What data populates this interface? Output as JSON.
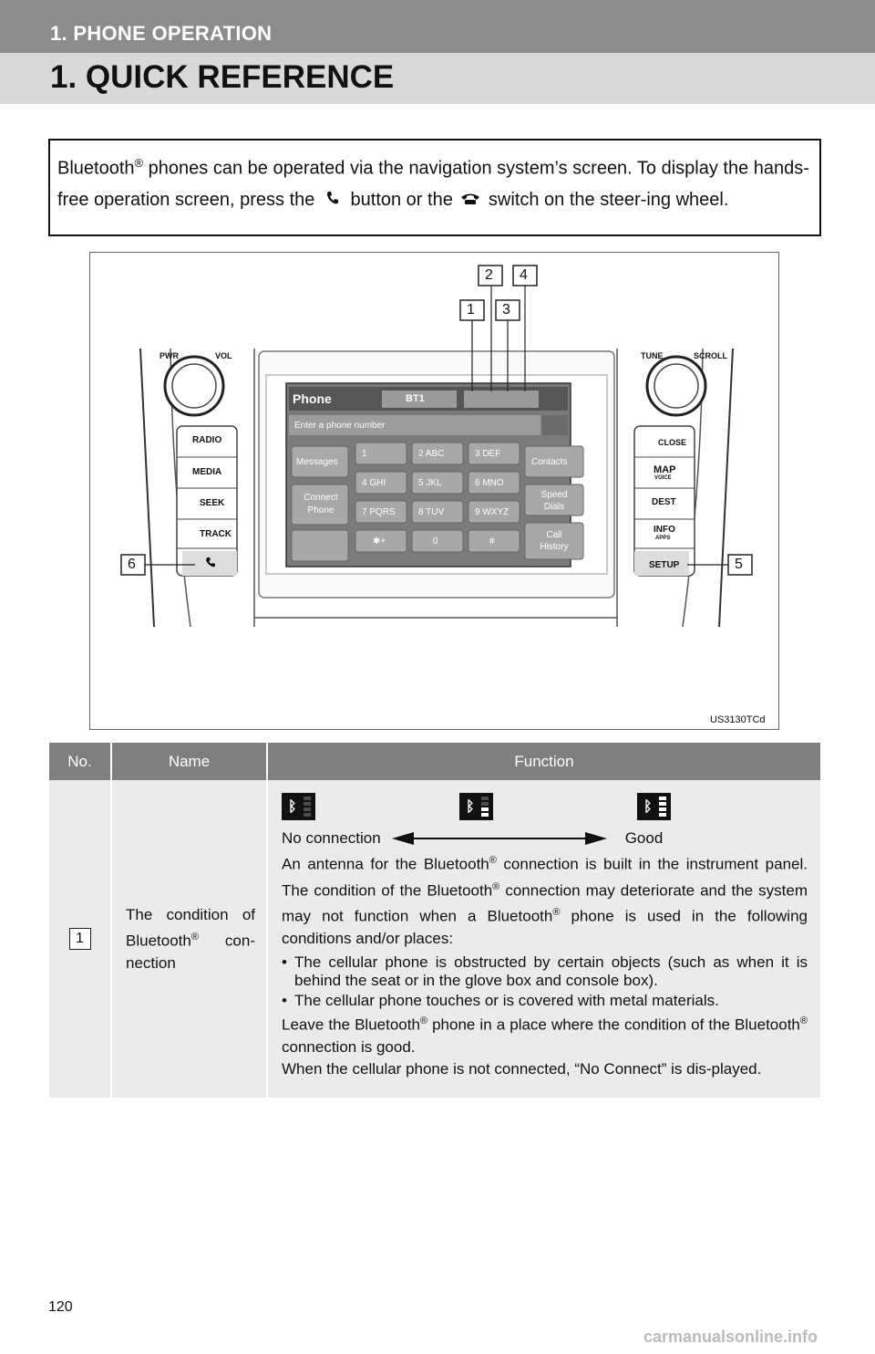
{
  "header": {
    "section": "1. PHONE OPERATION",
    "title": "1. QUICK REFERENCE"
  },
  "intro": {
    "part1": "Bluetooth",
    "reg": "®",
    "part2": " phones can be operated via the navigation system’s screen. To display the hands-free operation screen, press the ",
    "part3": " button or the ",
    "part4": " switch on the steer-ing wheel."
  },
  "figure": {
    "code": "US3130TCd",
    "callouts": [
      "1",
      "2",
      "3",
      "4",
      "5",
      "6"
    ],
    "panel_left": [
      "RADIO",
      "MEDIA",
      "SEEK",
      "TRACK"
    ],
    "panel_left_top": [
      "PWR",
      "VOL"
    ],
    "panel_right_top": [
      "TUNE",
      "SCROLL"
    ],
    "panel_right": [
      "CLOSE",
      "MAP",
      "VOICE",
      "DEST",
      "INFO",
      "APPS",
      "SETUP"
    ],
    "screen": {
      "title": "Phone",
      "source": "BT1",
      "entry": "Enter a phone number",
      "left_buttons": [
        "Messages",
        "Connect Phone"
      ],
      "keys": [
        "1",
        "2 ABC",
        "3 DEF",
        "4 GHI",
        "5 JKL",
        "6 MNO",
        "7 PQRS",
        "8 TUV",
        "9 WXYZ",
        "✱+",
        "0",
        "#"
      ],
      "right_buttons": [
        "Contacts",
        "Speed Dials",
        "Call History"
      ]
    }
  },
  "table": {
    "headers": [
      "No.",
      "Name",
      "Function"
    ],
    "row1": {
      "no": "1",
      "name_a": "The condition of Bluetooth",
      "name_reg": "®",
      "name_b": " con-nection",
      "scale_left": "No connection",
      "scale_right": "Good",
      "p1a": "An antenna for the Bluetooth",
      "p1b": " connection is built in the instrument panel. The condition of the Bluetooth",
      "p1c": " connection may deteriorate and the system may not function when a Bluetooth",
      "p1d": " phone is used in the following conditions and/or places:",
      "bullet1": "The cellular phone is obstructed by certain objects (such as when it is behind the seat or in the glove box and console box).",
      "bullet2": "The cellular phone touches or is covered with metal materials.",
      "p2a": "Leave the Bluetooth",
      "p2b": " phone in a place where the condition of the Bluetooth",
      "p2c": " connection is good.",
      "p3": "When the cellular phone is not connected, “No Connect” is dis-played.",
      "reg": "®"
    }
  },
  "footer": {
    "page": "120",
    "watermark": "carmanualsonline.info"
  }
}
